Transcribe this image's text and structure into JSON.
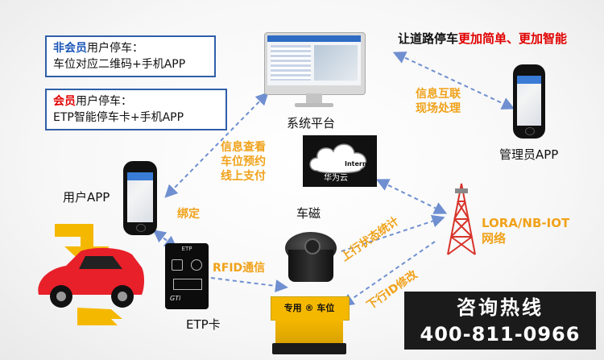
{
  "member_boxes": {
    "nonmember": {
      "highlight": "非会员",
      "rest": "用户停车：",
      "line2": "车位对应二维码+手机APP"
    },
    "member": {
      "highlight": "会员",
      "rest": "用户停车：",
      "line2": "ETP智能停车卡+手机APP"
    }
  },
  "slogan": {
    "part1": "让道路停车",
    "part2": "更加简单、更加智能"
  },
  "nodes": {
    "platform": "系统平台",
    "user_app": "用户APP",
    "admin_app": "管理员APP",
    "sensor": "车磁",
    "etp_card": "ETP卡",
    "network": "LORA/NB-IOT\n网络",
    "cloud_brand": "华为云",
    "cloud_word": "Internet",
    "card_text": "ETP",
    "card_brand": "GTi",
    "lock_sign": "专用 ® 车位"
  },
  "edge_labels": {
    "info_query": "信息查看\n车位预约\n线上支付",
    "info_interact": "信息互联\n现场处理",
    "bind": "绑定",
    "rfid": "RFID通信",
    "uplink": "上行状态统计",
    "downlink": "下行ID修改"
  },
  "hotline": {
    "title": "咨询热线",
    "number": "400-811-0966"
  },
  "colors": {
    "accent_blue": "#1a56b8",
    "accent_red": "#e10000",
    "label_orange": "#f0a21a",
    "arrow_dash": "#6f8fd0",
    "car_red": "#e8202a",
    "arrow_yellow": "#f5b800"
  }
}
